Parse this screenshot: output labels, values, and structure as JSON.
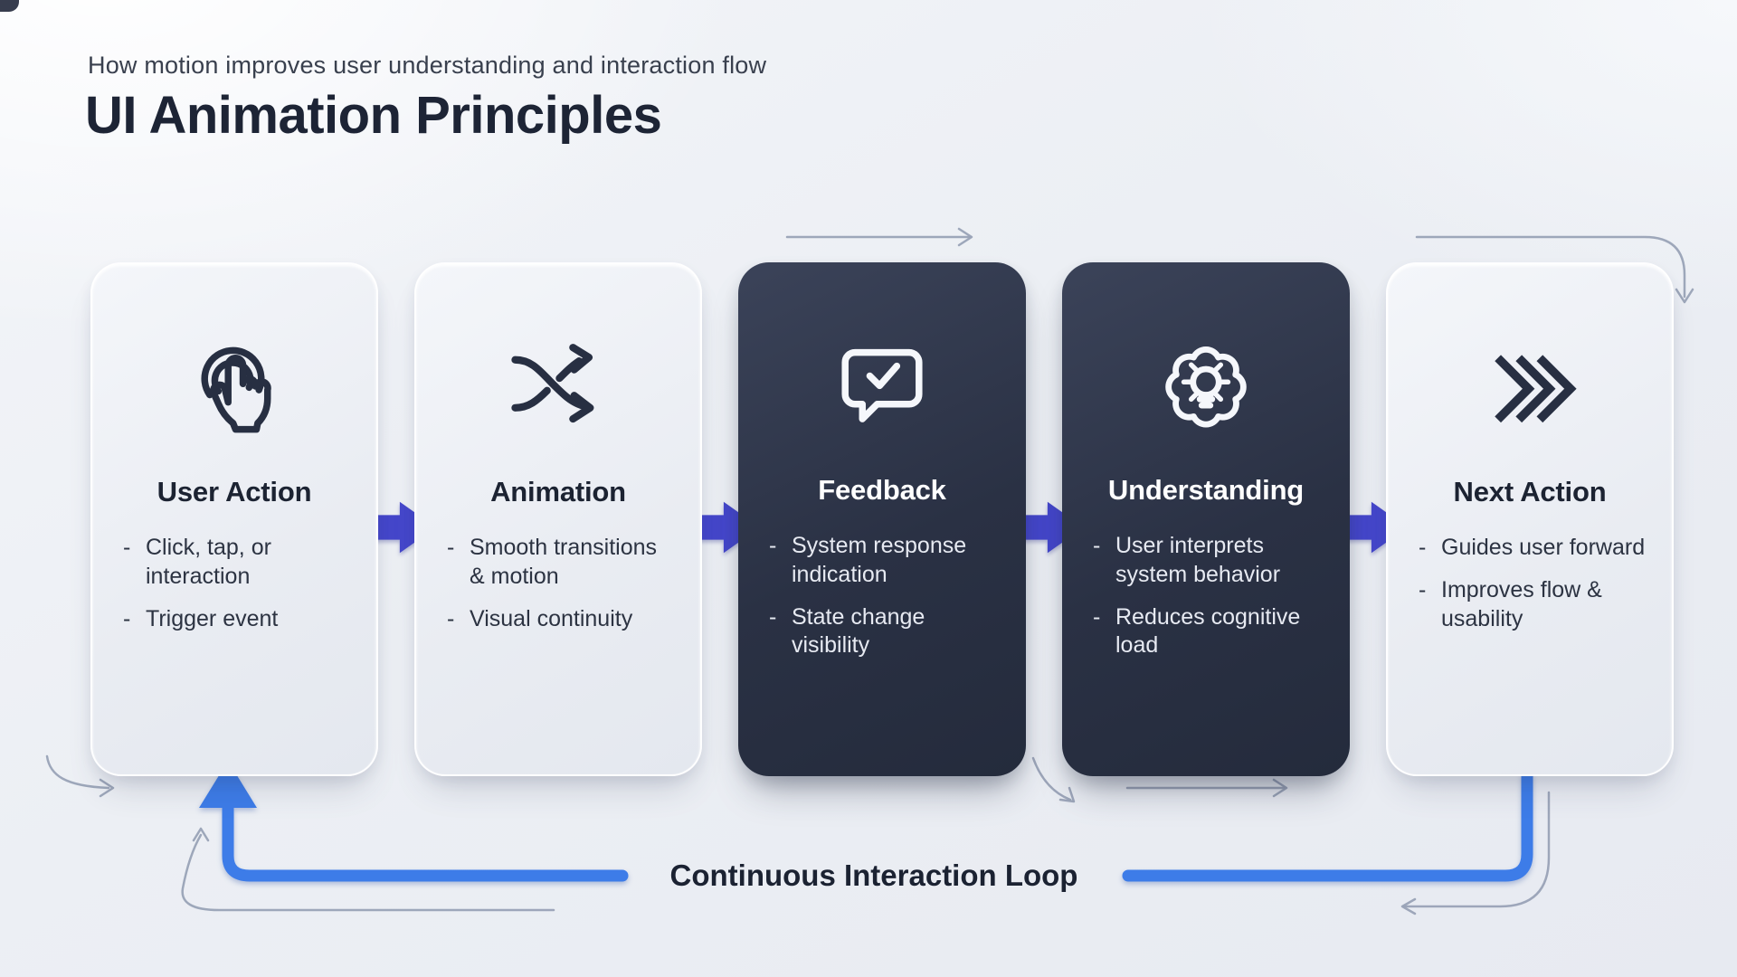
{
  "header": {
    "kicker": "How motion improves user understanding and interaction flow",
    "title": "UI Animation Principles"
  },
  "ui": {
    "bullet_marker": "-"
  },
  "cards": [
    {
      "id": "user-action",
      "icon": "tap-icon",
      "theme": "light",
      "title": "User Action",
      "bullets": [
        "Click, tap, or interaction",
        "Trigger event"
      ]
    },
    {
      "id": "animation",
      "icon": "shuffle-icon",
      "theme": "light",
      "title": "Animation",
      "bullets": [
        "Smooth transitions & motion",
        "Visual continuity"
      ]
    },
    {
      "id": "feedback",
      "icon": "message-check-icon",
      "theme": "dark",
      "title": "Feedback",
      "bullets": [
        "System response indication",
        "State change visibility"
      ]
    },
    {
      "id": "understanding",
      "icon": "brain-lightbulb-icon",
      "theme": "dark",
      "title": "Understanding",
      "bullets": [
        "User interprets system behavior",
        "Reduces cognitive load"
      ]
    },
    {
      "id": "next-action",
      "icon": "triple-chevron-icon",
      "theme": "light",
      "title": "Next Action",
      "bullets": [
        "Guides user forward",
        "Improves flow & usability"
      ]
    }
  ],
  "flow": {
    "loop_label": "Continuous Interaction Loop",
    "step_connector_count": 4
  },
  "colors": {
    "background": "#edf0f5",
    "card_light": "#eceff5",
    "card_dark": "#2b3246",
    "step_arrow_indigo": "#4547cb",
    "loop_blue": "#3d7ce8",
    "thin_guide_line": "#99a2b6",
    "heading_text": "#1d2435",
    "dark_card_text": "#e7eaf2"
  }
}
